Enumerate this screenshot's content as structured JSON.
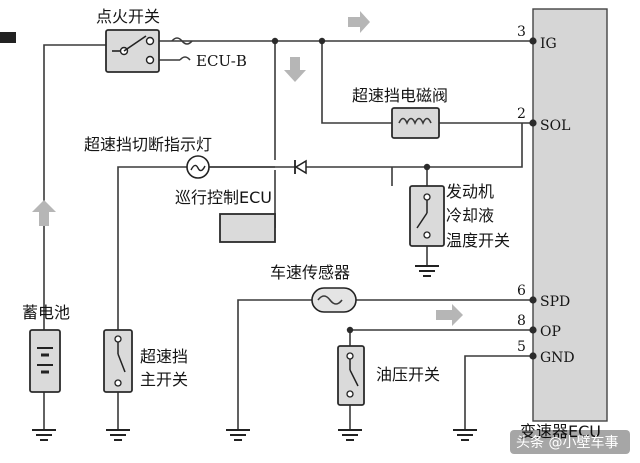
{
  "labels": {
    "ignition_switch": "点火开关",
    "ecu_b": "ECU-B",
    "overdrive_solenoid": "超速挡电磁阀",
    "overdrive_cutoff_lamp": "超速挡切断指示灯",
    "cruise_control_ecu": "巡行控制ECU",
    "coolant_temp_switch_line1": "发动机",
    "coolant_temp_switch_line2": "冷却液",
    "coolant_temp_switch_line3": "温度开关",
    "vehicle_speed_sensor": "车速传感器",
    "battery": "蓄电池",
    "overdrive_main_switch_line1": "超速挡",
    "overdrive_main_switch_line2": "主开关",
    "oil_pressure_switch": "油压开关",
    "transmission_ecu": "变速器ECU"
  },
  "pins": {
    "ig": {
      "number": "3",
      "name": "IG"
    },
    "sol": {
      "number": "2",
      "name": "SOL"
    },
    "spd": {
      "number": "6",
      "name": "SPD"
    },
    "op": {
      "number": "8",
      "name": "OP"
    },
    "gnd": {
      "number": "5",
      "name": "GND"
    }
  },
  "watermark": "头条 @小壁车事"
}
